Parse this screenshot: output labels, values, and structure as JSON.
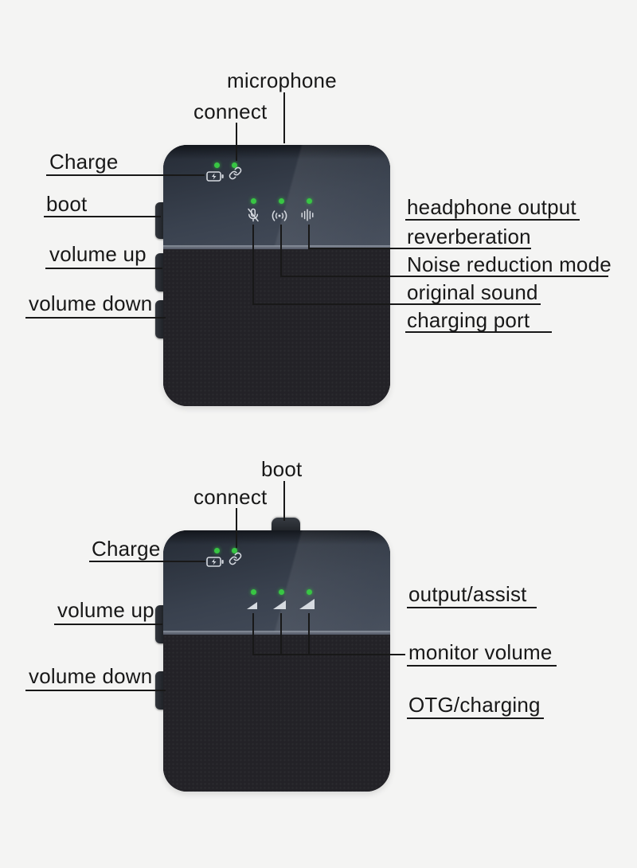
{
  "colors": {
    "background": "#f4f4f3",
    "line": "#181818",
    "led_green": "#38c643",
    "device_screen": "#39414e",
    "device_body": "#232227",
    "icon": "#d6dae0"
  },
  "device1": {
    "labels": {
      "microphone": "microphone",
      "connect": "connect",
      "charge": "Charge",
      "boot": "boot",
      "volume_up": "volume up",
      "volume_down": "volume down",
      "headphone_output": "headphone output",
      "reverberation": "reverberation",
      "noise_reduction_mode": "Noise reduction mode",
      "original_sound": "original sound",
      "charging_port": "charging port"
    },
    "icons": [
      "battery-icon",
      "link-icon",
      "mic-mute-icon",
      "reverb-icon",
      "equalizer-icon"
    ],
    "led_count": 5
  },
  "device2": {
    "labels": {
      "boot": "boot",
      "connect": "connect",
      "charge": "Charge",
      "volume_up": "volume up",
      "volume_down": "volume down",
      "output_assist": "output/assist",
      "monitor_volume": "monitor volume",
      "otg_charging": "OTG/charging"
    },
    "icons": [
      "battery-icon",
      "link-icon",
      "volume-wedge-small-icon",
      "volume-wedge-medium-icon",
      "volume-wedge-large-icon"
    ],
    "led_count": 5
  }
}
